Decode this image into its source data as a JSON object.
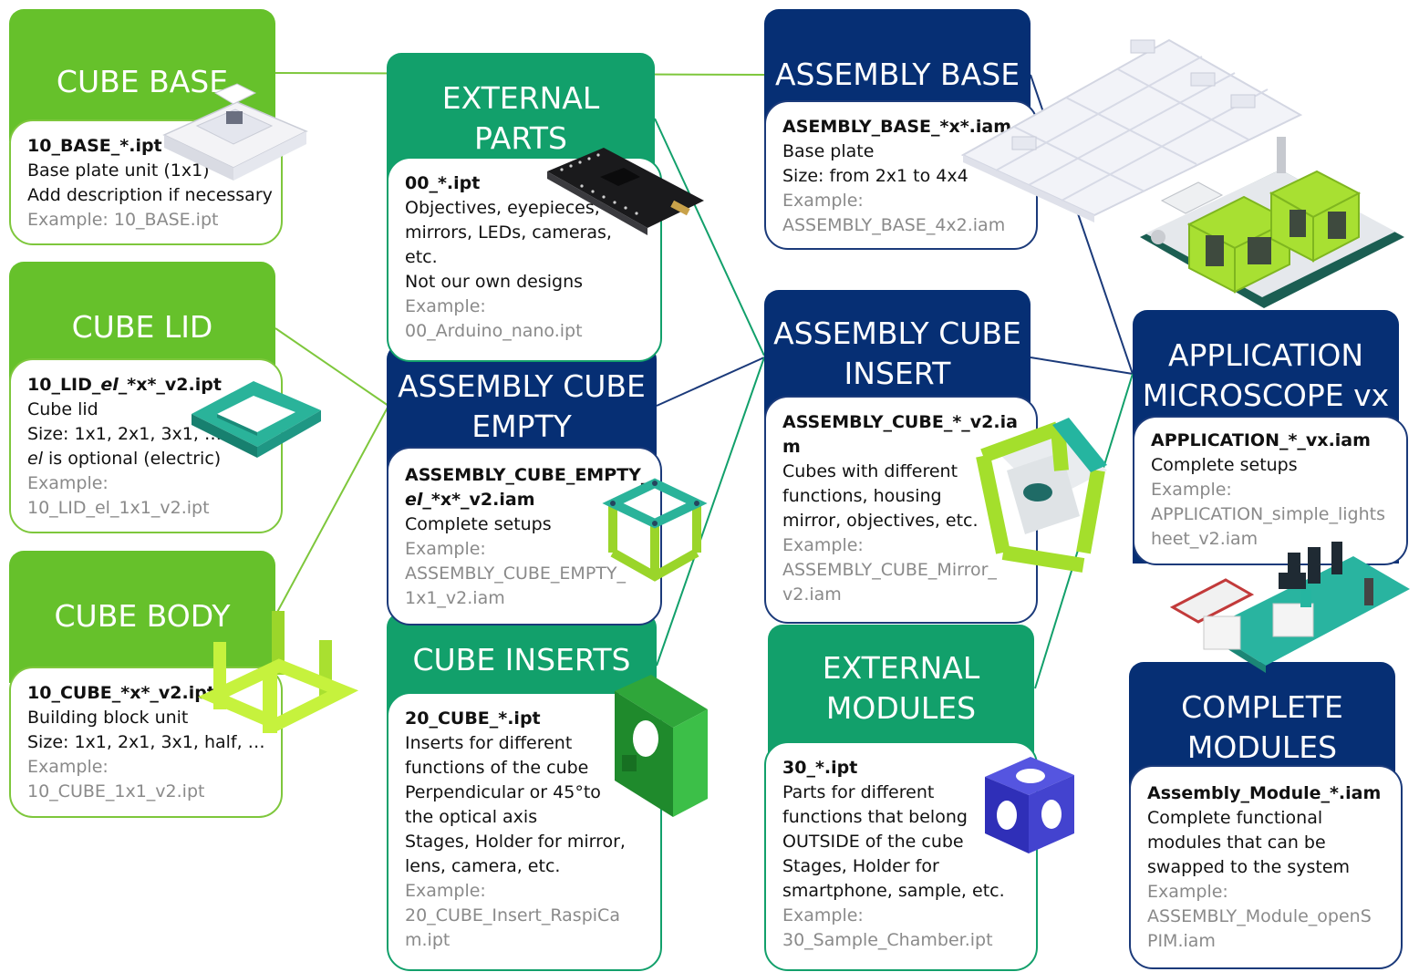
{
  "nodes": {
    "cube_base": {
      "title": [
        "CUBE BASE"
      ],
      "file": "10_BASE_*.ipt",
      "lines": [
        "Base plate unit (1x1)",
        "Add description if necessary"
      ],
      "example": [
        "Example: 10_BASE.ipt"
      ]
    },
    "cube_lid": {
      "title": [
        "CUBE LID"
      ],
      "file_parts": [
        "10_LID_",
        "el",
        "_*x*_v2.ipt"
      ],
      "lines": [
        "Cube lid",
        "Size: 1x1, 2x1, 3x1, …"
      ],
      "el_line": [
        "el",
        " is optional (electric)"
      ],
      "example": [
        "Example:",
        "10_LID_el_1x1_v2.ipt"
      ]
    },
    "cube_body": {
      "title": [
        "CUBE BODY"
      ],
      "file": "10_CUBE_*x*_v2.ipt",
      "lines": [
        "Building block unit",
        "Size: 1x1, 2x1, 3x1, half, …"
      ],
      "example": [
        "Example:",
        "10_CUBE_1x1_v2.ipt"
      ]
    },
    "external_parts": {
      "title": [
        "EXTERNAL",
        "PARTS"
      ],
      "file": "00_*.ipt",
      "lines": [
        "Objectives, eyepieces,",
        "mirrors, LEDs, cameras,",
        "etc.",
        "Not our own designs"
      ],
      "example": [
        "Example:",
        "00_Arduino_nano.ipt"
      ]
    },
    "assembly_cube_empty": {
      "title": [
        "ASSEMBLY CUBE",
        "EMPTY"
      ],
      "file_lines": [
        "ASSEMBLY_CUBE_EMPTY_"
      ],
      "file_parts": [
        "el",
        "_*x*_v2.iam"
      ],
      "lines": [
        "Complete setups"
      ],
      "example": [
        "Example:",
        "ASSEMBLY_CUBE_EMPTY_",
        "1x1_v2.iam"
      ]
    },
    "cube_inserts": {
      "title": [
        "CUBE INSERTS"
      ],
      "file": "20_CUBE_*.ipt",
      "lines": [
        "Inserts for different",
        "functions of the cube",
        "Perpendicular or 45°to",
        "the optical axis",
        "Stages, Holder for mirror,",
        "lens, camera, etc."
      ],
      "example": [
        "Example:",
        "20_CUBE_Insert_RaspiCa",
        "m.ipt"
      ]
    },
    "assembly_base": {
      "title": [
        "ASSEMBLY BASE"
      ],
      "file": "ASEMBLY_BASE_*x*.iam",
      "lines": [
        "Base plate",
        "Size: from 2x1 to 4x4"
      ],
      "example": [
        "Example:",
        "ASSEMBLY_BASE_4x2.iam"
      ]
    },
    "assembly_cube_insert": {
      "title": [
        "ASSEMBLY CUBE",
        "INSERT"
      ],
      "file_lines": [
        "ASSEMBLY_CUBE_*_v2.ia",
        "m"
      ],
      "lines": [
        "Cubes with different",
        "functions, housing",
        "mirror, objectives, etc."
      ],
      "example": [
        "Example:",
        "ASSEMBLY_CUBE_Mirror_",
        "v2.iam"
      ]
    },
    "external_modules": {
      "title": [
        "EXTERNAL",
        "MODULES"
      ],
      "file": "30_*.ipt",
      "lines": [
        "Parts for different",
        "functions that belong",
        "OUTSIDE of the cube",
        "Stages, Holder for",
        "smartphone, sample, etc."
      ],
      "example": [
        "Example:",
        "30_Sample_Chamber.ipt"
      ]
    },
    "application_microscope": {
      "title": [
        "APPLICATION",
        "MICROSCOPE vx"
      ],
      "file": "APPLICATION_*_vx.iam",
      "lines": [
        "Complete setups"
      ],
      "example": [
        "Example:",
        "APPLICATION_simple_lights",
        "heet_v2.iam"
      ]
    },
    "complete_modules": {
      "title": [
        "COMPLETE",
        "MODULES"
      ],
      "file": "Assembly_Module_*.iam",
      "lines": [
        "Complete functional",
        "modules that can be",
        "swapped to the system"
      ],
      "example": [
        "Example:",
        "ASSEMBLY_Module_openS",
        "PIM.iam"
      ]
    }
  },
  "colors": {
    "lime": "#66c12b",
    "teal": "#12a06b",
    "navy": "#062f74",
    "example_text": "#8a8a8a"
  },
  "icons": [
    "base-plate-icon",
    "lid-frame-icon",
    "cube-body-icon",
    "arduino-nano-icon",
    "cube-frame-icon",
    "cube-insert-icon",
    "base-plate-grid-icon",
    "mirror-cube-icon",
    "sample-chamber-icon",
    "microscope-assembly-icon",
    "lightsheet-module-icon"
  ]
}
